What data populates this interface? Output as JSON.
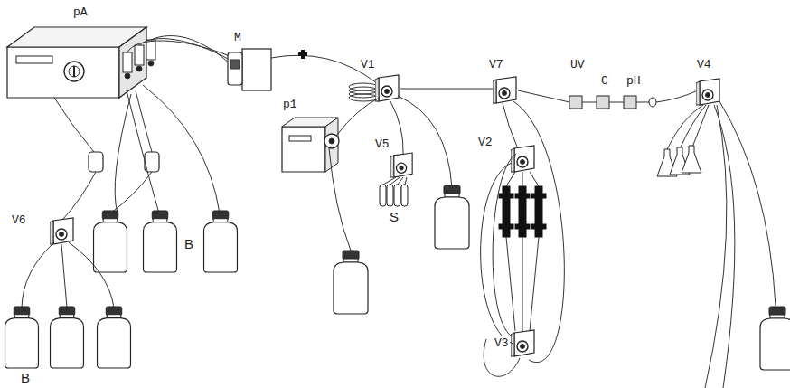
{
  "diagram": {
    "labels": [
      "pA",
      "M",
      "V1",
      "V7",
      "UV",
      "C",
      "pH",
      "V4",
      "p1",
      "V2",
      "V5",
      "S",
      "B",
      "V6",
      "V3",
      "B"
    ]
  }
}
